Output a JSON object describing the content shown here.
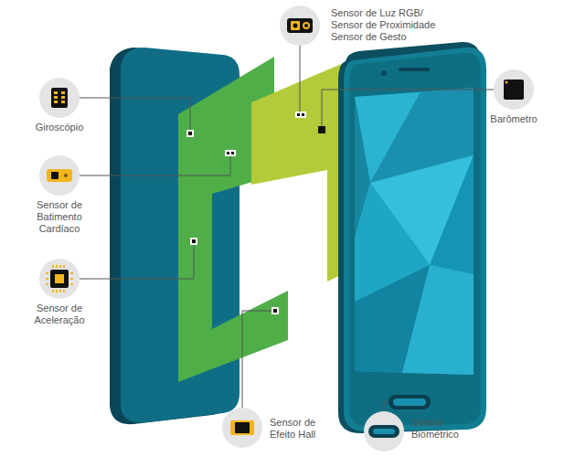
{
  "diagram": {
    "labels": [
      "Sensor de Luz RGB/ Sensor de Proximidade Sensor de Gesto",
      "Giroscópio",
      "Barômetro",
      "Sensor de Batimento Cardíaco",
      "Sensor de Aceleração",
      "Sensor de Efeito Hall",
      "Sensor Biométrico"
    ]
  }
}
